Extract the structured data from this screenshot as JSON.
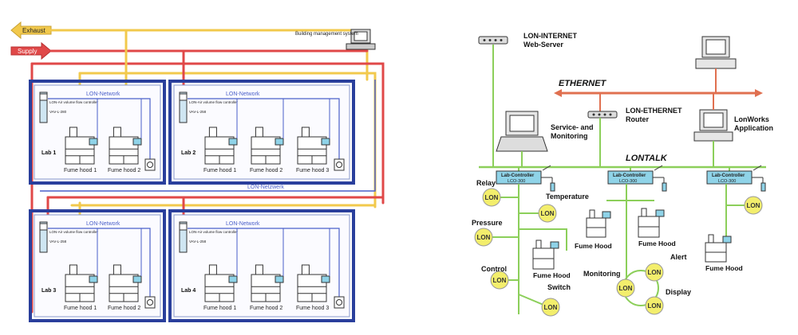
{
  "left": {
    "arrows": {
      "exhaust": "Exhaust",
      "supply": "Supply"
    },
    "bms": "Building management system",
    "network": "LON-Network",
    "network_bus": "LON-Netzwerk",
    "controller": "LON-Air volume flow controller",
    "labs": [
      "Lab 1",
      "Lab 2",
      "Lab 3",
      "Lab 4"
    ],
    "controller_codes": [
      "VAV-L-280",
      "VAV-L-258",
      "VAV-L-258",
      "VAV-L-258"
    ],
    "fume_hoods": [
      "Fume hood 1",
      "Fume hood 2",
      "Fume hood 3"
    ]
  },
  "right": {
    "web_server": "LON-INTERNET Web-Server",
    "ethernet": "ETHERNET",
    "router": "LON-ETHERNET Router",
    "service": "Service- and Monitoring",
    "lonworks": "LonWorks Application",
    "lontalk": "LONTALK",
    "lab_controller": "Lab-Controller",
    "controller_code": "LCO-300",
    "lon": "LON",
    "labels": {
      "relay": "Relay",
      "temperature": "Temperature",
      "pressure": "Pressure",
      "control": "Control",
      "switch": "Switch",
      "monitoring": "Monitoring",
      "alert": "Alert",
      "display": "Display",
      "fume_hood": "Fume Hood"
    }
  },
  "colors": {
    "exhaust": "#f2c94c",
    "supply": "#e04848",
    "network": "#4a5fc9",
    "lab_border": "#2a3f9c",
    "ethernet": "#e07050",
    "lontalk": "#8ccf5a",
    "lon_node": "#f3ee6c"
  }
}
